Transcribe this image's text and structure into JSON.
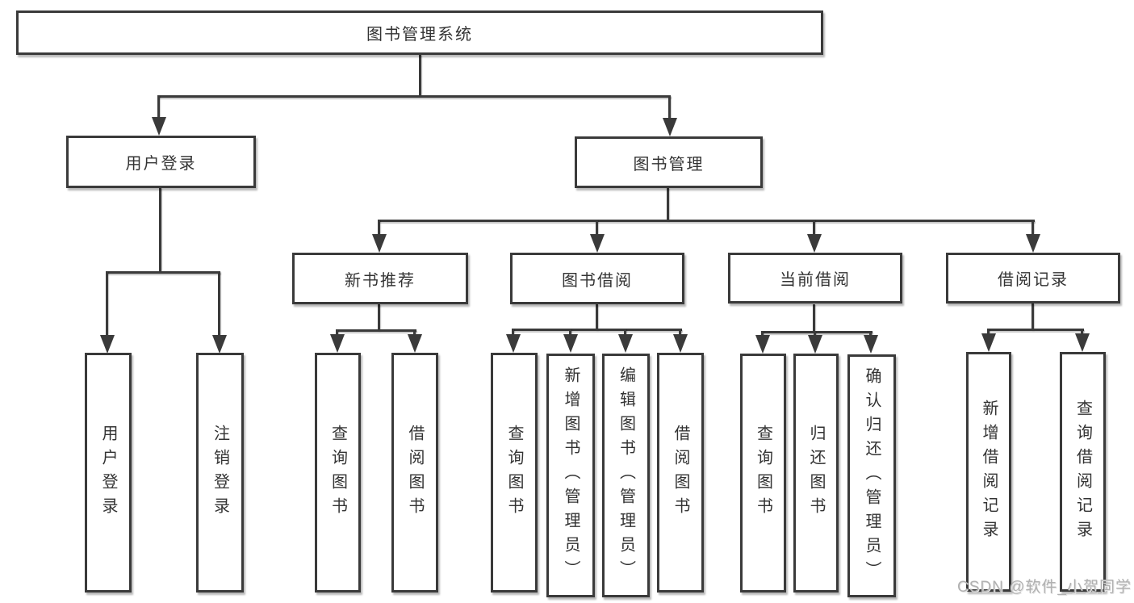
{
  "diagram": {
    "title": "图书管理系统",
    "level2": {
      "user_login": {
        "label": "用户登录",
        "children": {
          "login": "用户登录",
          "logout": "注销登录"
        }
      },
      "book_management": {
        "label": "图书管理",
        "children": {
          "new_books": {
            "label": "新书推荐",
            "children": {
              "query": "查询图书",
              "borrow": "借阅图书"
            }
          },
          "book_borrow": {
            "label": "图书借阅",
            "children": {
              "query": "查询图书",
              "add": "新增图书（管理员）",
              "edit": "编辑图书（管理员）",
              "borrow": "借阅图书"
            }
          },
          "current_borrow": {
            "label": "当前借阅",
            "children": {
              "query": "查询图书",
              "return": "归还图书",
              "confirm": "确认归还（管理员）"
            }
          },
          "borrow_records": {
            "label": "借阅记录",
            "children": {
              "add": "新增借阅记录",
              "query": "查询借阅记录"
            }
          }
        }
      }
    },
    "colors": {
      "line": "#3a3a3a",
      "box_border": "#3a3a3a",
      "box_fill": "#ffffff",
      "text": "#333333",
      "watermark": "#b1b1b1"
    },
    "watermark": "CSDN @软件_小贺同学"
  }
}
